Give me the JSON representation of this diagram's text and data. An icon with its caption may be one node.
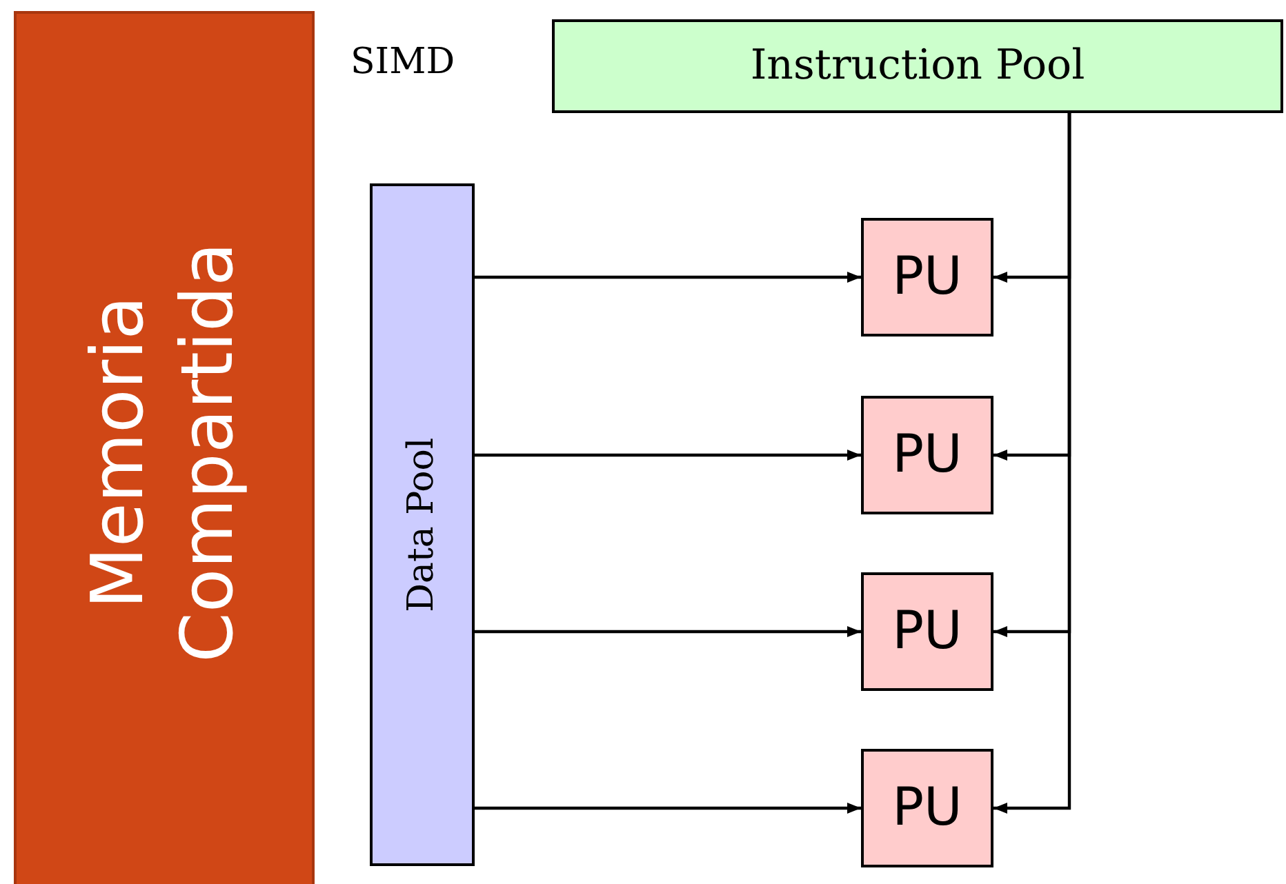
{
  "diagram": {
    "nodes": [
      {
        "text": [
          "Memoria Compartida"
        ]
      },
      {
        "text": [
          "Instruction Pool"
        ]
      },
      {
        "text": [
          "Data Pool"
        ]
      },
      {
        "text": [
          "PU"
        ]
      },
      {
        "text": [
          "PU"
        ]
      },
      {
        "text": [
          "PU"
        ]
      },
      {
        "text": [
          "PU"
        ]
      }
    ],
    "edges": [
      {
        "from": 2,
        "to": 3,
        "arrow": "to"
      },
      {
        "from": 2,
        "to": 4,
        "arrow": "to"
      },
      {
        "from": 2,
        "to": 5,
        "arrow": "to"
      },
      {
        "from": 2,
        "to": 6,
        "arrow": "to"
      },
      {
        "from": 1,
        "to": 3,
        "arrow": "to"
      },
      {
        "from": 1,
        "to": 4,
        "arrow": "to"
      },
      {
        "from": 1,
        "to": 5,
        "arrow": "to"
      },
      {
        "from": 1,
        "to": 6,
        "arrow": "to"
      }
    ],
    "labels": [
      "SIMD"
    ]
  }
}
